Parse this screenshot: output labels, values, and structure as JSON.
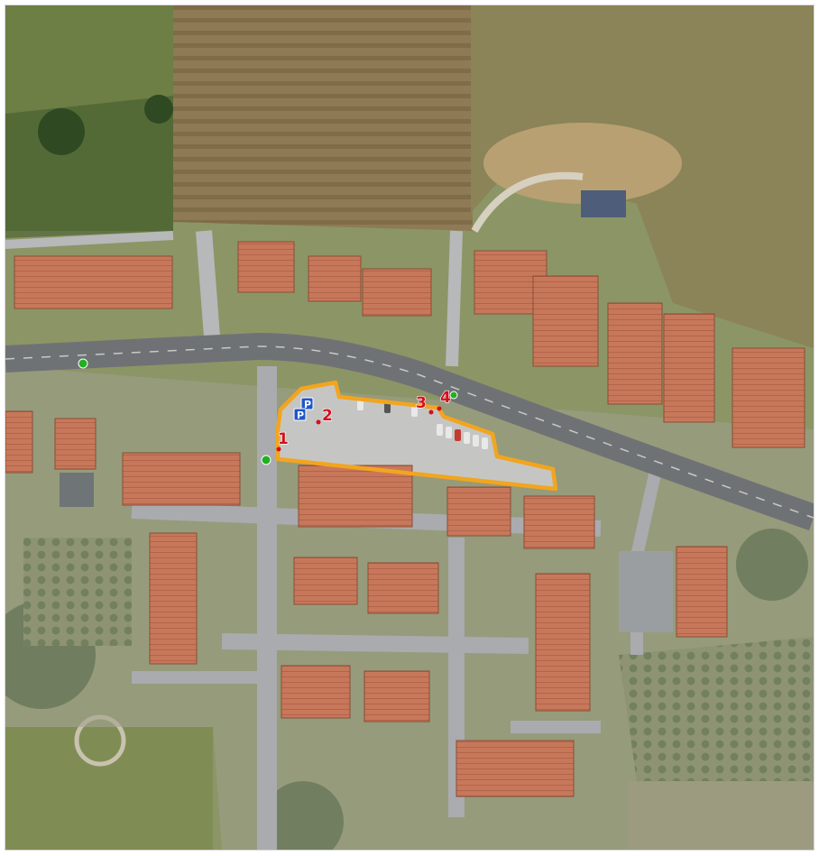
{
  "map": {
    "kind": "aerial-photograph",
    "perimeter_color": "#f2a51f",
    "point_color": "#d40f1c",
    "marker_color": "#22b022",
    "parking_sign_color": "#1f56c8",
    "parking_glyph": "P",
    "points": [
      {
        "id": "1",
        "label": "1"
      },
      {
        "id": "2",
        "label": "2"
      },
      {
        "id": "3",
        "label": "3"
      },
      {
        "id": "4",
        "label": "4"
      }
    ],
    "green_markers": 3,
    "parking_signs": 2
  }
}
